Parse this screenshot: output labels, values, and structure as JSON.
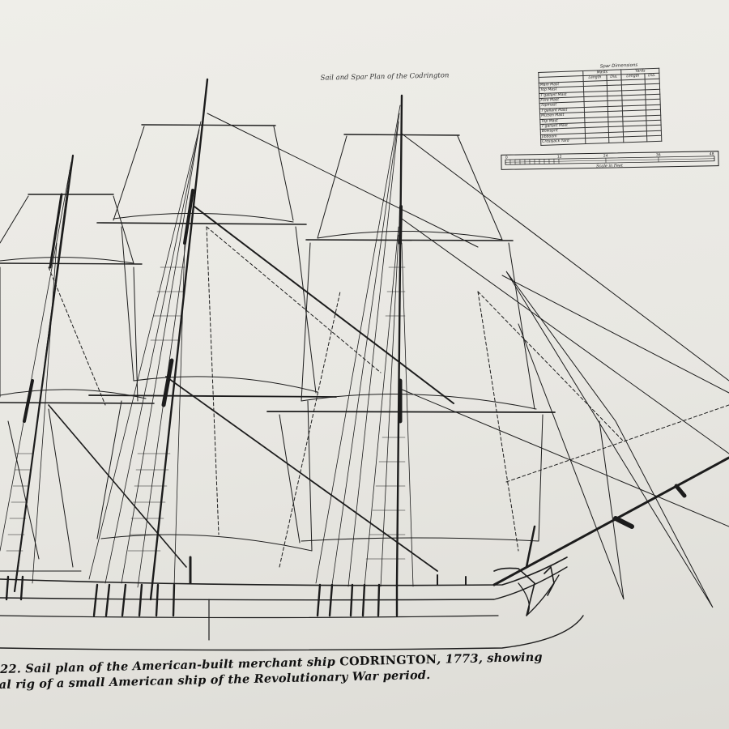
{
  "plan": {
    "title": "Sail and Spar Plan of the Codrington"
  },
  "spar_table": {
    "caption": "Spar Dimensions",
    "headers": [
      "",
      "Masts",
      "",
      "Yards",
      ""
    ],
    "subheaders": [
      "",
      "Length",
      "Dia.",
      "Length",
      "Dia."
    ],
    "rows": [
      [
        "Main Mast",
        "",
        "",
        "",
        ""
      ],
      [
        "Top Mast",
        "",
        "",
        "",
        ""
      ],
      [
        "T'gallant Mast",
        "",
        "",
        "",
        ""
      ],
      [
        "Fore Mast",
        "",
        "",
        "",
        ""
      ],
      [
        "Topmast",
        "",
        "",
        "",
        ""
      ],
      [
        "T'gallant Mast",
        "",
        "",
        "",
        ""
      ],
      [
        "Mizzen Mast",
        "",
        "",
        "",
        ""
      ],
      [
        "Top Mast",
        "",
        "",
        "",
        ""
      ],
      [
        "T'gallant Mast",
        "",
        "",
        "",
        ""
      ],
      [
        "Bowsprit",
        "",
        "",
        "",
        ""
      ],
      [
        "Jibboom",
        "",
        "",
        "",
        ""
      ],
      [
        "Crossjack Yard",
        "",
        "",
        "",
        ""
      ]
    ]
  },
  "scale": {
    "label": "Scale in Feet",
    "ticks": [
      "0",
      "12",
      "24",
      "36",
      "48"
    ]
  },
  "caption": {
    "line1_prefix": "22. Sail plan of the American-built merchant ship",
    "line1_ship": "CODRINGTON",
    "line1_suffix": ", 1773, showing",
    "line2": "al rig of a small American ship of the Revolutionary War period."
  }
}
